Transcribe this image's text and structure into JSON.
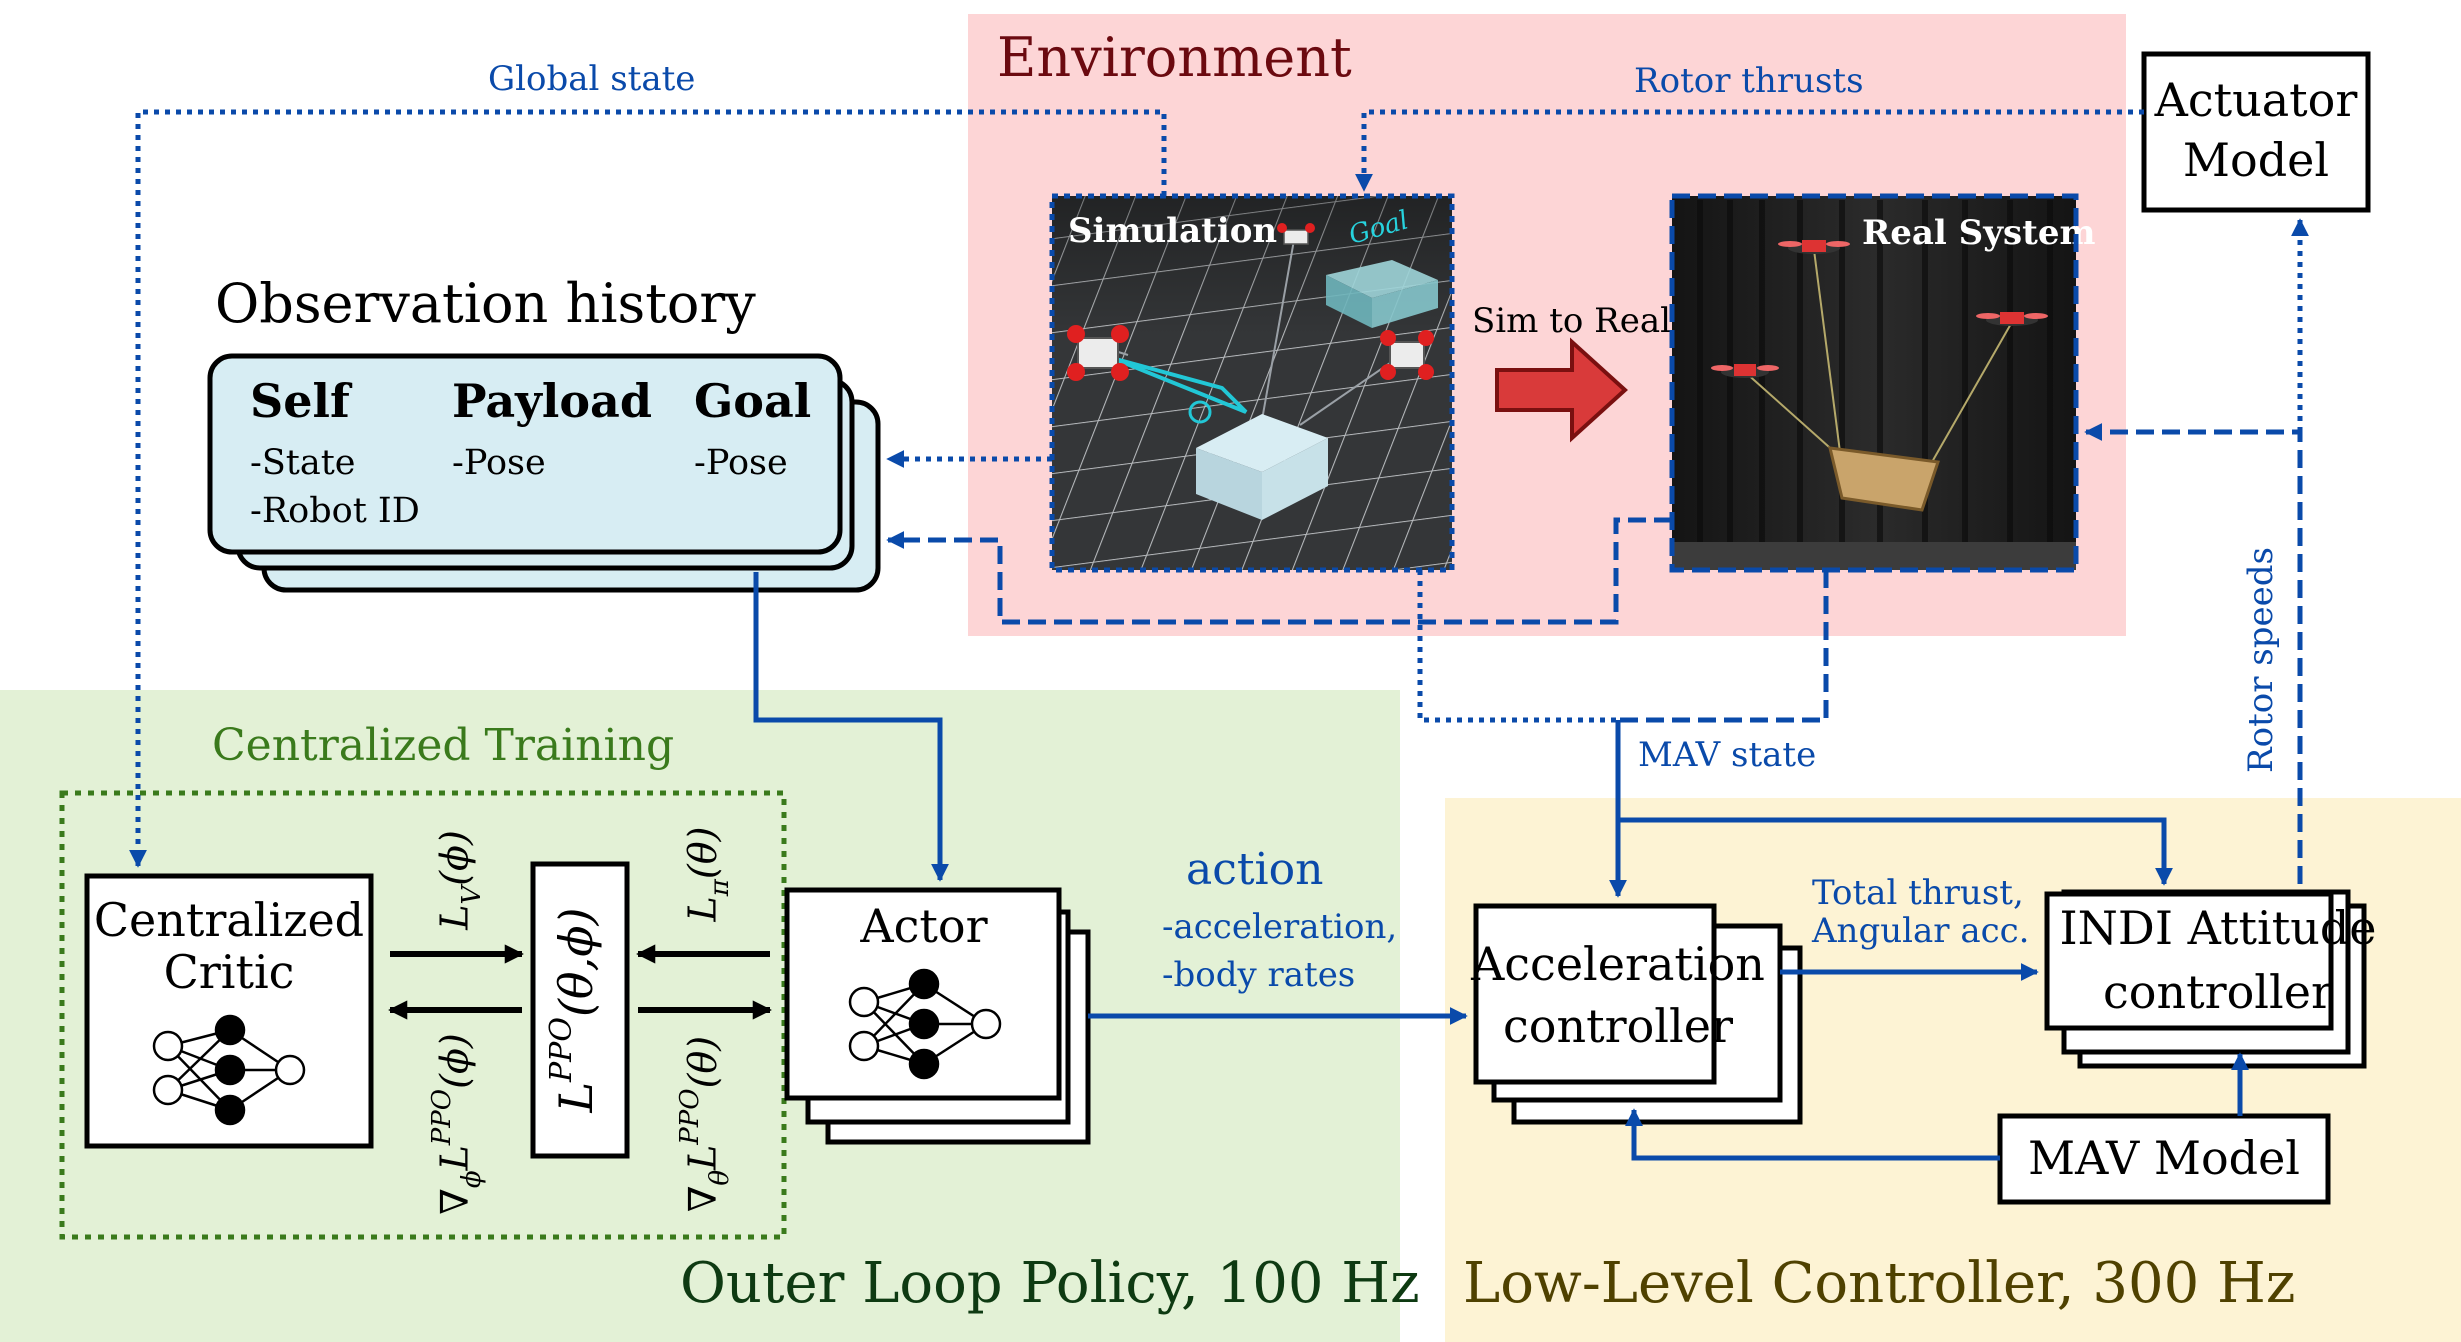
{
  "regions": {
    "environment": "Environment",
    "outer_loop": "Outer Loop Policy, 100 Hz",
    "low_level": "Low-Level Controller, 300 Hz",
    "centralized_training": "Centralized Training"
  },
  "observation": {
    "title": "Observation history",
    "cols": [
      {
        "head": "Self",
        "lines": [
          "-State",
          "-Robot ID"
        ]
      },
      {
        "head": "Payload",
        "lines": [
          "-Pose"
        ]
      },
      {
        "head": "Goal",
        "lines": [
          "-Pose"
        ]
      }
    ]
  },
  "env": {
    "simulation": "Simulation",
    "goal": "Goal",
    "real_system": "Real System",
    "sim_to_real": "Sim to Real"
  },
  "blocks": {
    "actuator_line1": "Actuator",
    "actuator_line2": "Model",
    "critic_line1": "Centralized",
    "critic_line2": "Critic",
    "actor": "Actor",
    "acc_line1": "Acceleration",
    "acc_line2": "controller",
    "indi_line1": "INDI Attitude",
    "indi_line2": "controller",
    "mav_model": "MAV Model"
  },
  "signals": {
    "global_state": "Global state",
    "rotor_thrusts": "Rotor thrusts",
    "mav_state": "MAV state",
    "rotor_speeds": "Rotor speeds",
    "action": "action",
    "action_line1": "-acceleration,",
    "action_line2": "-body rates",
    "thrust_line1": "Total thrust,",
    "thrust_line2": "Angular acc."
  },
  "math": {
    "loss": "L PPO(θ,ϕ)",
    "lv": "LV(ϕ)",
    "lpi": "Lπ(θ)",
    "grad_phi": "∇ϕ L PPO(ϕ)",
    "grad_theta": "∇θ L PPO(θ)"
  },
  "colors": {
    "env_bg": "#fdd5d6",
    "outer_bg": "#e3f1d6",
    "low_bg": "#fdf3d4",
    "obs_fill": "#d7edf3",
    "arrow_blue": "#0a4aaa",
    "train_green": "#3a7a1c",
    "env_title": "#6b0a10",
    "outer_title": "#0e3a12",
    "low_title": "#4f4100"
  }
}
